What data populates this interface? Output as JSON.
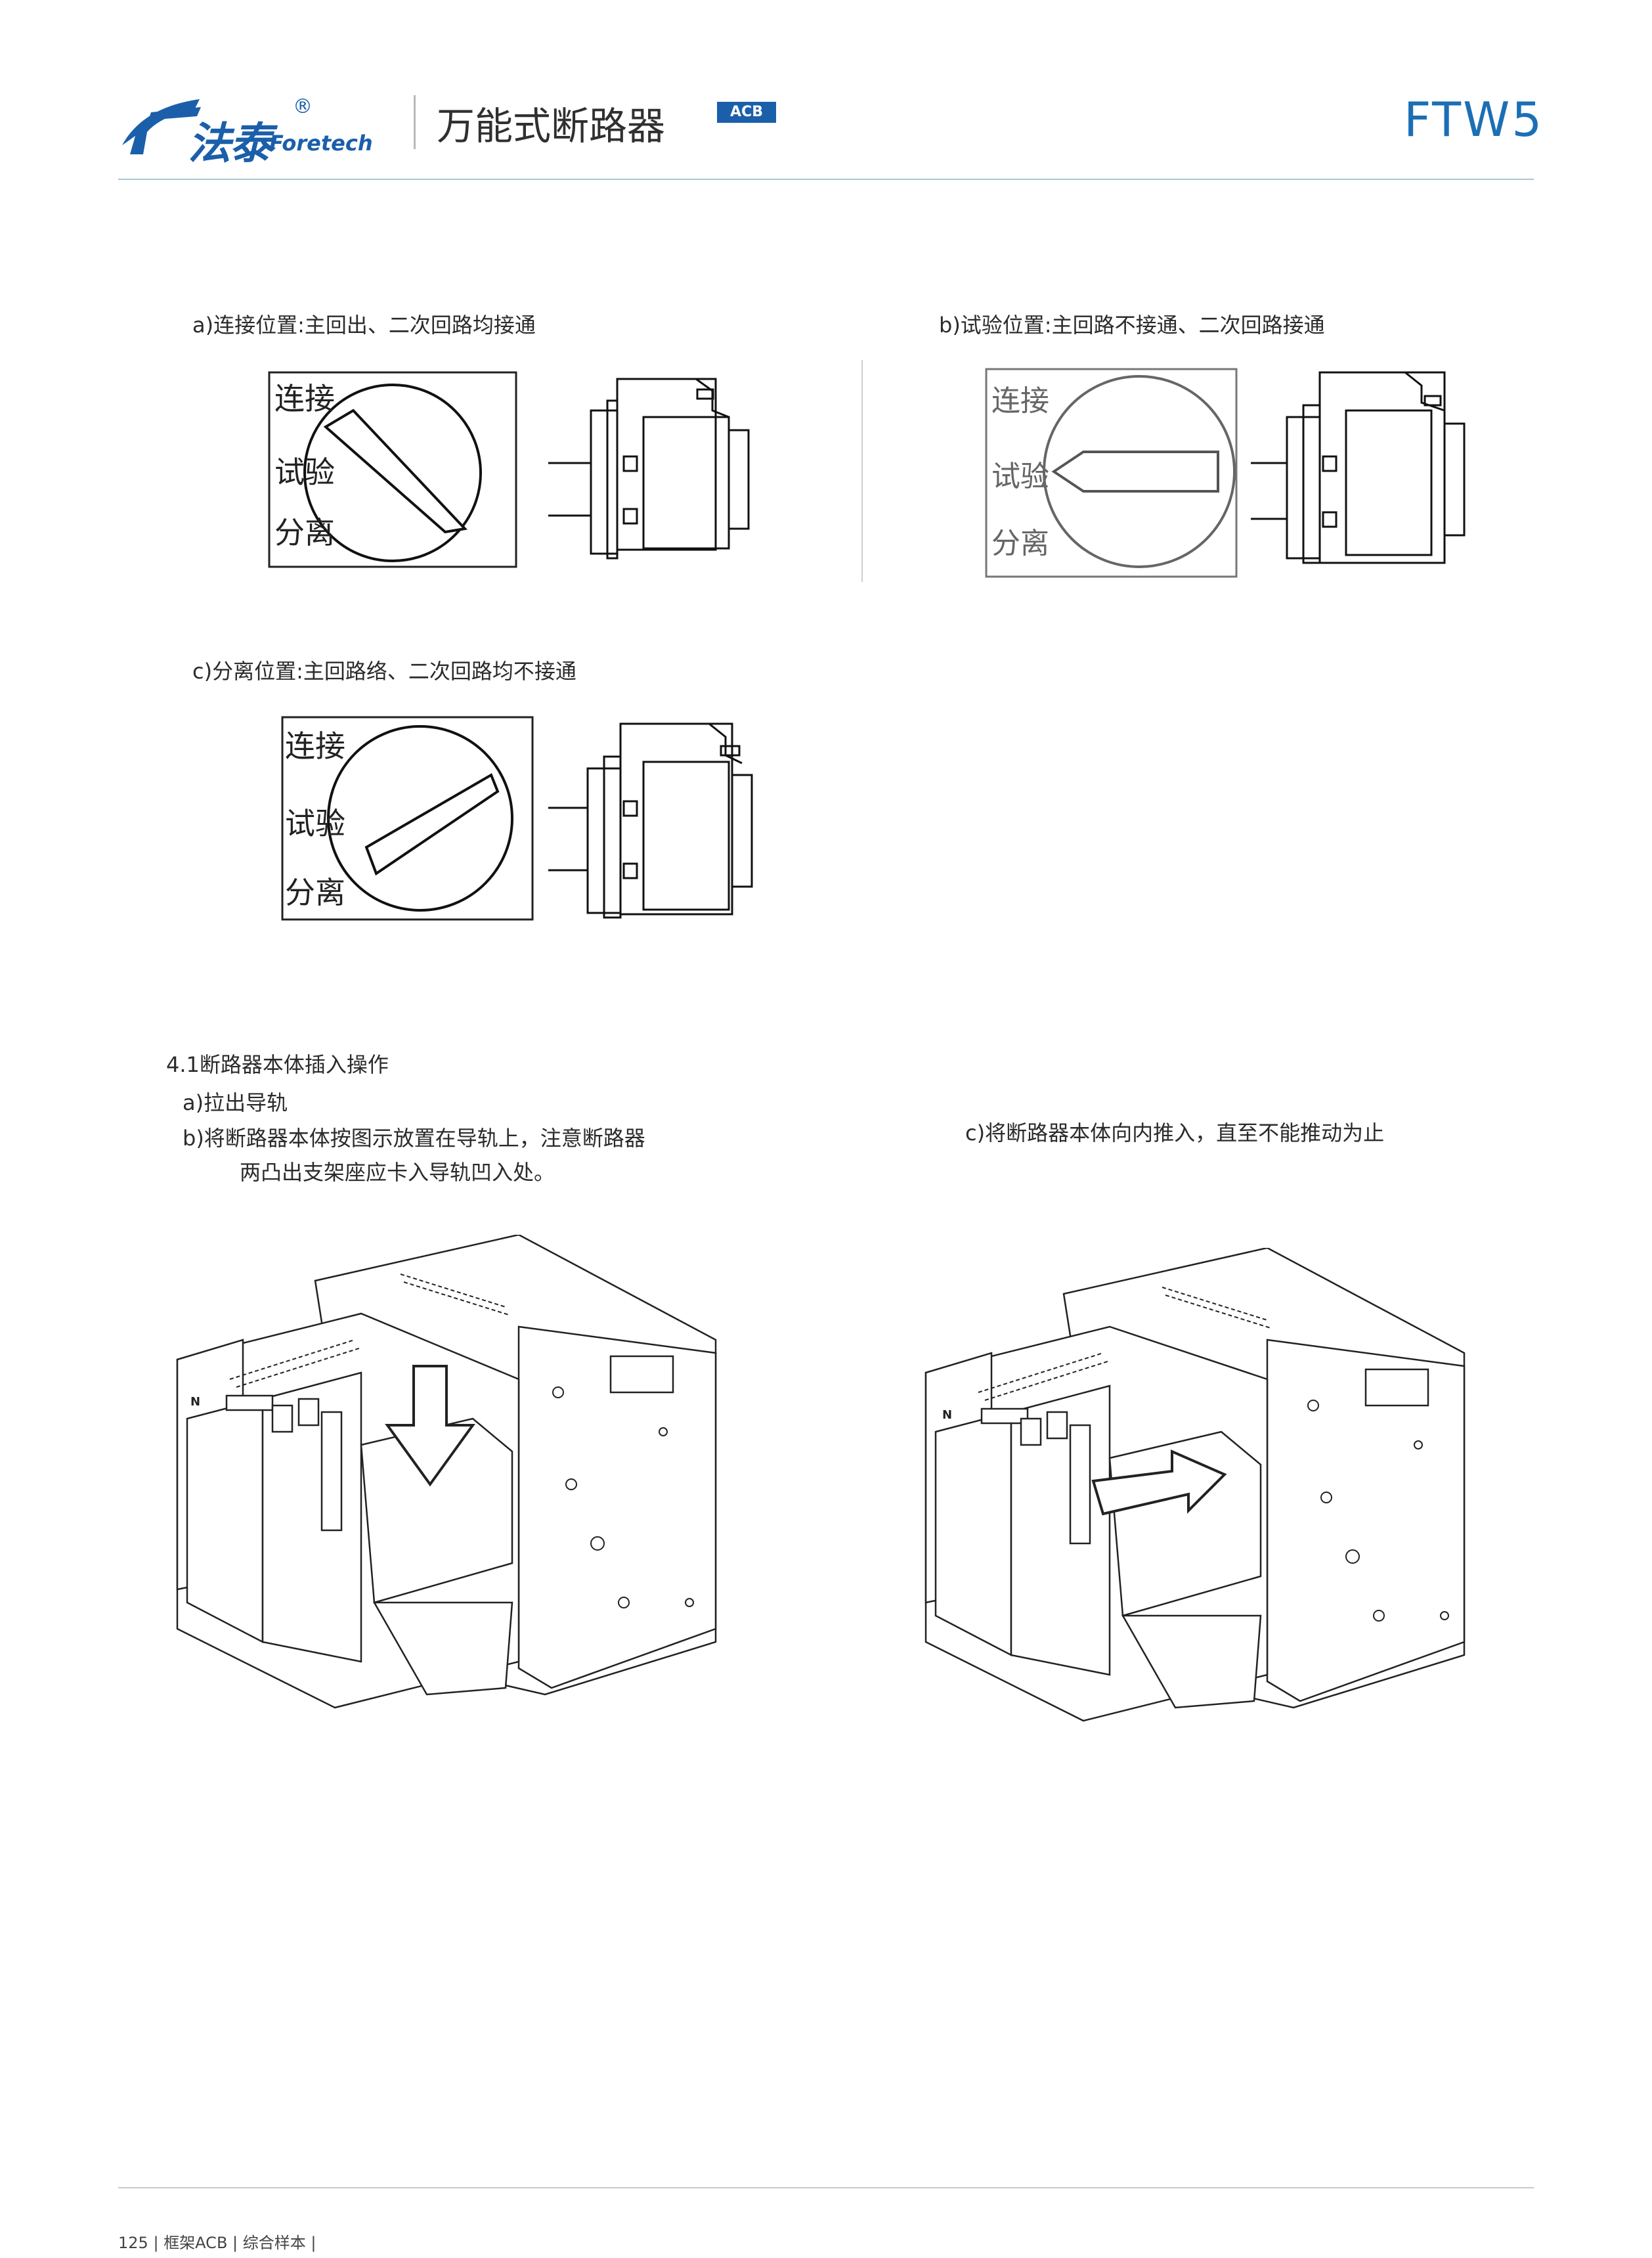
{
  "header": {
    "brand_cn": "法泰",
    "brand_en": "Foretech",
    "registered_mark": "®",
    "doc_title": "万能式断路器",
    "badge": "ACB",
    "model": "FTW5"
  },
  "positions": {
    "a_caption": "a)连接位置:主回出、二次回路均接通",
    "b_caption": "b)试验位置:主回路不接通、二次回路接通",
    "c_caption": "c)分离位置:主回路络、二次回路均不接通",
    "dial_labels": {
      "connect": "连接",
      "test": "试验",
      "isolate": "分离"
    }
  },
  "insert_section": {
    "title": "4.1断路器本体插入操作",
    "step_a": "a)拉出导轨",
    "step_b_line1": "b)将断路器本体按图示放置在导轨上，注意断路器",
    "step_b_line2": "两凸出支架座应卡入导轨凹入处。",
    "step_c": "c)将断路器本体向内推入，直至不能推动为止",
    "mark_n": "N"
  },
  "footer": {
    "page": "125",
    "section": "框架ACB",
    "catalog": "综合样本"
  },
  "colors": {
    "brand_blue": "#1b5faa",
    "model_blue": "#1b6fb5",
    "rule": "#a9c4d6"
  }
}
